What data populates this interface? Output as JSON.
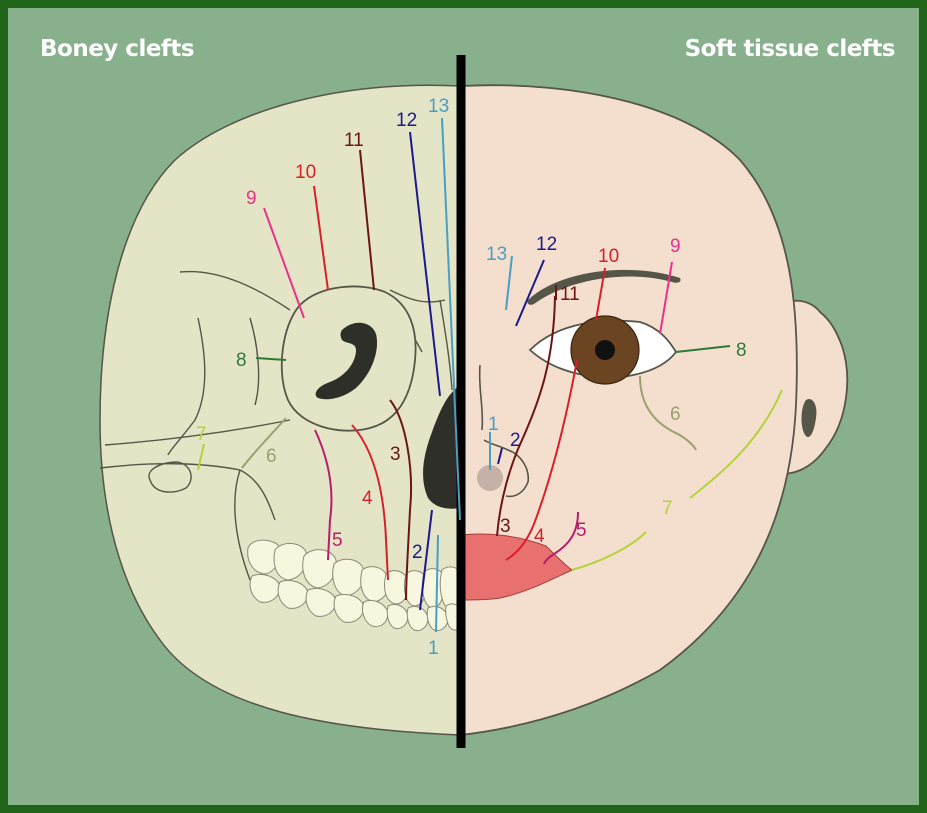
{
  "titles": {
    "left": "Boney clefts",
    "right": "Soft tissue clefts"
  },
  "colors": {
    "frame_border": "#1f6419",
    "background": "#88b08c",
    "skull_fill": "#e4e4c6",
    "skin_fill": "#f4dfcf",
    "divider": "#000000",
    "lip": "#e8706f",
    "iris": "#6b4421"
  },
  "clefts": {
    "c1": "1",
    "c2": "2",
    "c3": "3",
    "c4": "4",
    "c5": "5",
    "c6": "6",
    "c7": "7",
    "c8": "8",
    "c9": "9",
    "c10": "10",
    "c11": "11",
    "c12": "12",
    "c13": "13"
  },
  "cleft_colors": {
    "c1": "#4a9ec4",
    "c2": "#1a1a8c",
    "c3": "#6b1515",
    "c4": "#d8202a",
    "c5": "#b81c6c",
    "c6": "#9aa070",
    "c7": "#b4d236",
    "c8": "#2e7a3a",
    "c9": "#e8328c",
    "c10": "#d8202a",
    "c11": "#6b1515",
    "c12": "#1a1a8c",
    "c13": "#4a9ec4"
  }
}
